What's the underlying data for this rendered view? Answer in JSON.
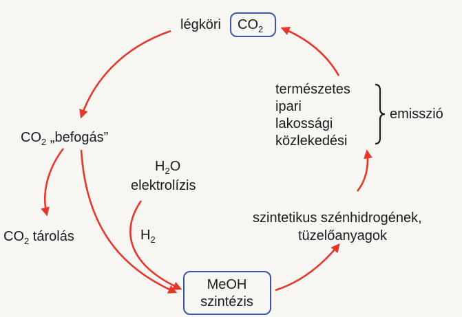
{
  "nodes": {
    "legkori_prefix": "légköri",
    "atmospheric_co2": {
      "main": "CO",
      "sub": "2"
    },
    "capture": {
      "main": "CO",
      "sub": "2",
      "rest": " „befogás”"
    },
    "storage": {
      "main": "CO",
      "sub": "2",
      "rest": " tárolás"
    },
    "water": {
      "main": "H",
      "sub": "2",
      "rest": "O"
    },
    "electrolysis": "elektrolízis",
    "hydrogen": {
      "main": "H",
      "sub": "2"
    },
    "methanol_line1": "MeOH",
    "methanol_line2": "szintézis",
    "hydrocarbons_line1": "szintetikus szénhidrogének,",
    "hydrocarbons_line2": "tüzelőanyagok",
    "emission_sources": [
      "természetes",
      "ipari",
      "lakossági",
      "közlekedési"
    ],
    "emission_label": "emisszió"
  },
  "colors": {
    "arrow": "#e5372b",
    "box_border": "#3a55a8",
    "background": "#f7f6f3",
    "text": "#1a1a1a"
  }
}
